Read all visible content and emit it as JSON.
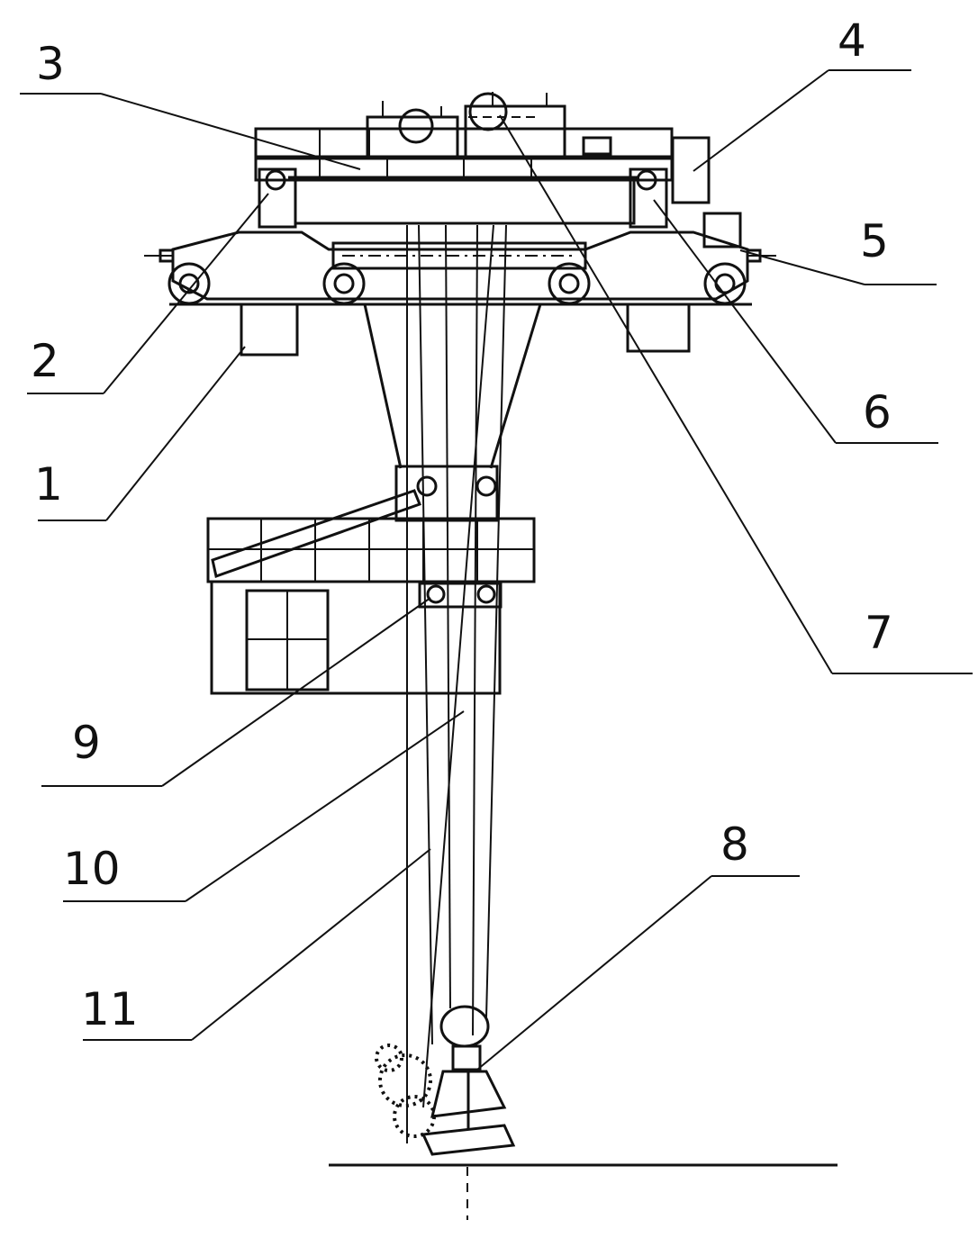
{
  "diagram": {
    "callouts": [
      {
        "id": "1",
        "label": "1"
      },
      {
        "id": "2",
        "label": "2"
      },
      {
        "id": "3",
        "label": "3"
      },
      {
        "id": "4",
        "label": "4"
      },
      {
        "id": "5",
        "label": "5"
      },
      {
        "id": "6",
        "label": "6"
      },
      {
        "id": "7",
        "label": "7"
      },
      {
        "id": "8",
        "label": "8"
      },
      {
        "id": "9",
        "label": "9"
      },
      {
        "id": "10",
        "label": "10"
      },
      {
        "id": "11",
        "label": "11"
      }
    ],
    "line_color": "#111111",
    "background": "#ffffff"
  }
}
